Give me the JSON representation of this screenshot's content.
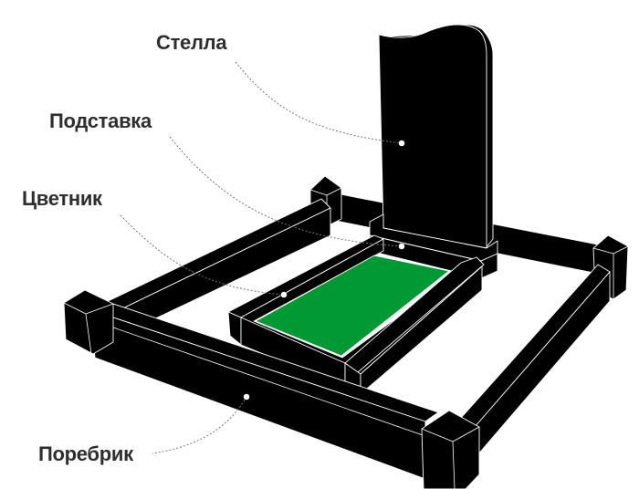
{
  "labels": {
    "stele": "Стелла",
    "stand": "Подставка",
    "flowerbed": "Цветник",
    "border": "Поребрик"
  },
  "colors": {
    "granite": "#000000",
    "soil": "#009933",
    "label_text": "#2e2e2e"
  }
}
